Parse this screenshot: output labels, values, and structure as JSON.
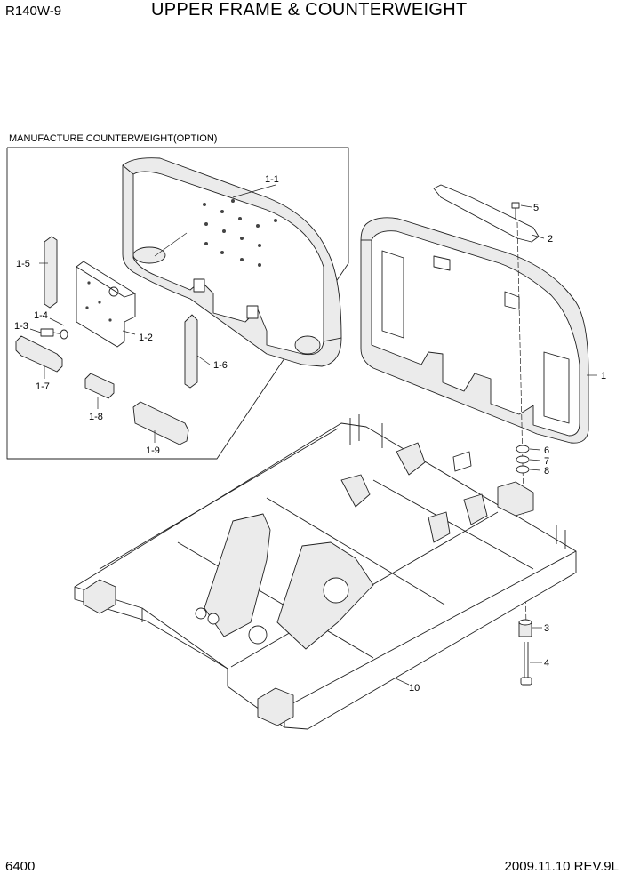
{
  "header": {
    "model": "R140W-9",
    "title": "UPPER FRAME & COUNTERWEIGHT"
  },
  "footer": {
    "page": "6400",
    "revision": "2009.11.10  REV.9L"
  },
  "inset": {
    "label": "MANUFACTURE COUNTERWEIGHT(OPTION)"
  },
  "callouts": {
    "c1_1": "1-1",
    "c1_2": "1-2",
    "c1_3": "1-3",
    "c1_4": "1-4",
    "c1_5": "1-5",
    "c1_6": "1-6",
    "c1_7": "1-7",
    "c1_8": "1-8",
    "c1_9": "1-9",
    "c1": "1",
    "c2": "2",
    "c3": "3",
    "c4": "4",
    "c5": "5",
    "c6": "6",
    "c7": "7",
    "c8": "8",
    "c10": "10"
  }
}
